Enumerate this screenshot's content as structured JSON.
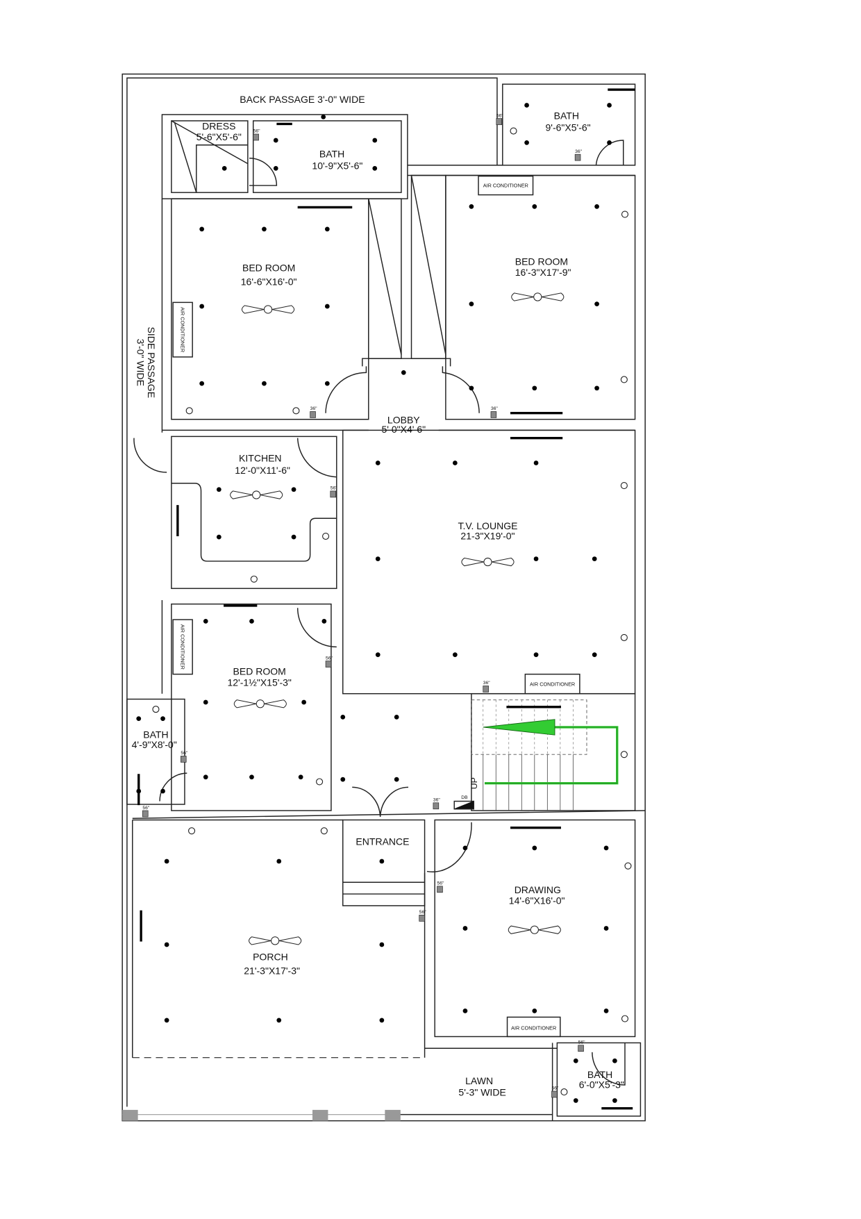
{
  "rooms": {
    "back_passage": "BACK PASSAGE 3'-0\" WIDE",
    "side_passage_1": "SIDE PASSAGE",
    "side_passage_2": "3'-0\" WIDE",
    "dress": {
      "name": "DRESS",
      "size": "5'-6\"X5'-6\""
    },
    "bath_top": {
      "name": "BATH",
      "size": "10'-9\"X5'-6\""
    },
    "bath_top_right": {
      "name": "BATH",
      "size": "9'-6\"X5'-6\""
    },
    "bedroom_left": {
      "name": "BED ROOM",
      "size": "16'-6\"X16'-0\""
    },
    "bedroom_right": {
      "name": "BED ROOM",
      "size": "16'-3\"X17'-9\""
    },
    "lobby": {
      "name": "LOBBY",
      "size": "5' 0\"X4' 6\""
    },
    "kitchen": {
      "name": "KITCHEN",
      "size": "12'-0\"X11'-6\""
    },
    "tv_lounge": {
      "name": "T.V. LOUNGE",
      "size": "21-3\"X19'-0\""
    },
    "bedroom_middle": {
      "name": "BED ROOM",
      "size": "12'-1½\"X15'-3\""
    },
    "bath_left": {
      "name": "BATH",
      "size": "4'-9\"X8'-0\""
    },
    "entrance": {
      "name": "ENTRANCE"
    },
    "drawing": {
      "name": "DRAWING",
      "size": "14'-6\"X16'-0\""
    },
    "porch": {
      "name": "PORCH",
      "size": "21'-3\"X17'-3\""
    },
    "lawn": {
      "name": "LAWN",
      "size": "5'-3\" WIDE"
    },
    "bath_bottom_right": {
      "name": "BATH",
      "size": "6'-0\"X5'-3\""
    }
  },
  "labels": {
    "air_conditioner": "AIR CONDITIONER",
    "switch_height": "56\"",
    "switch_height_alt": "36\"",
    "stairs_up": "UP",
    "distribution_board": "DB"
  },
  "colors": {
    "stair_arrow": "#33cc33",
    "walls": "#222222",
    "posts": "#999999"
  }
}
